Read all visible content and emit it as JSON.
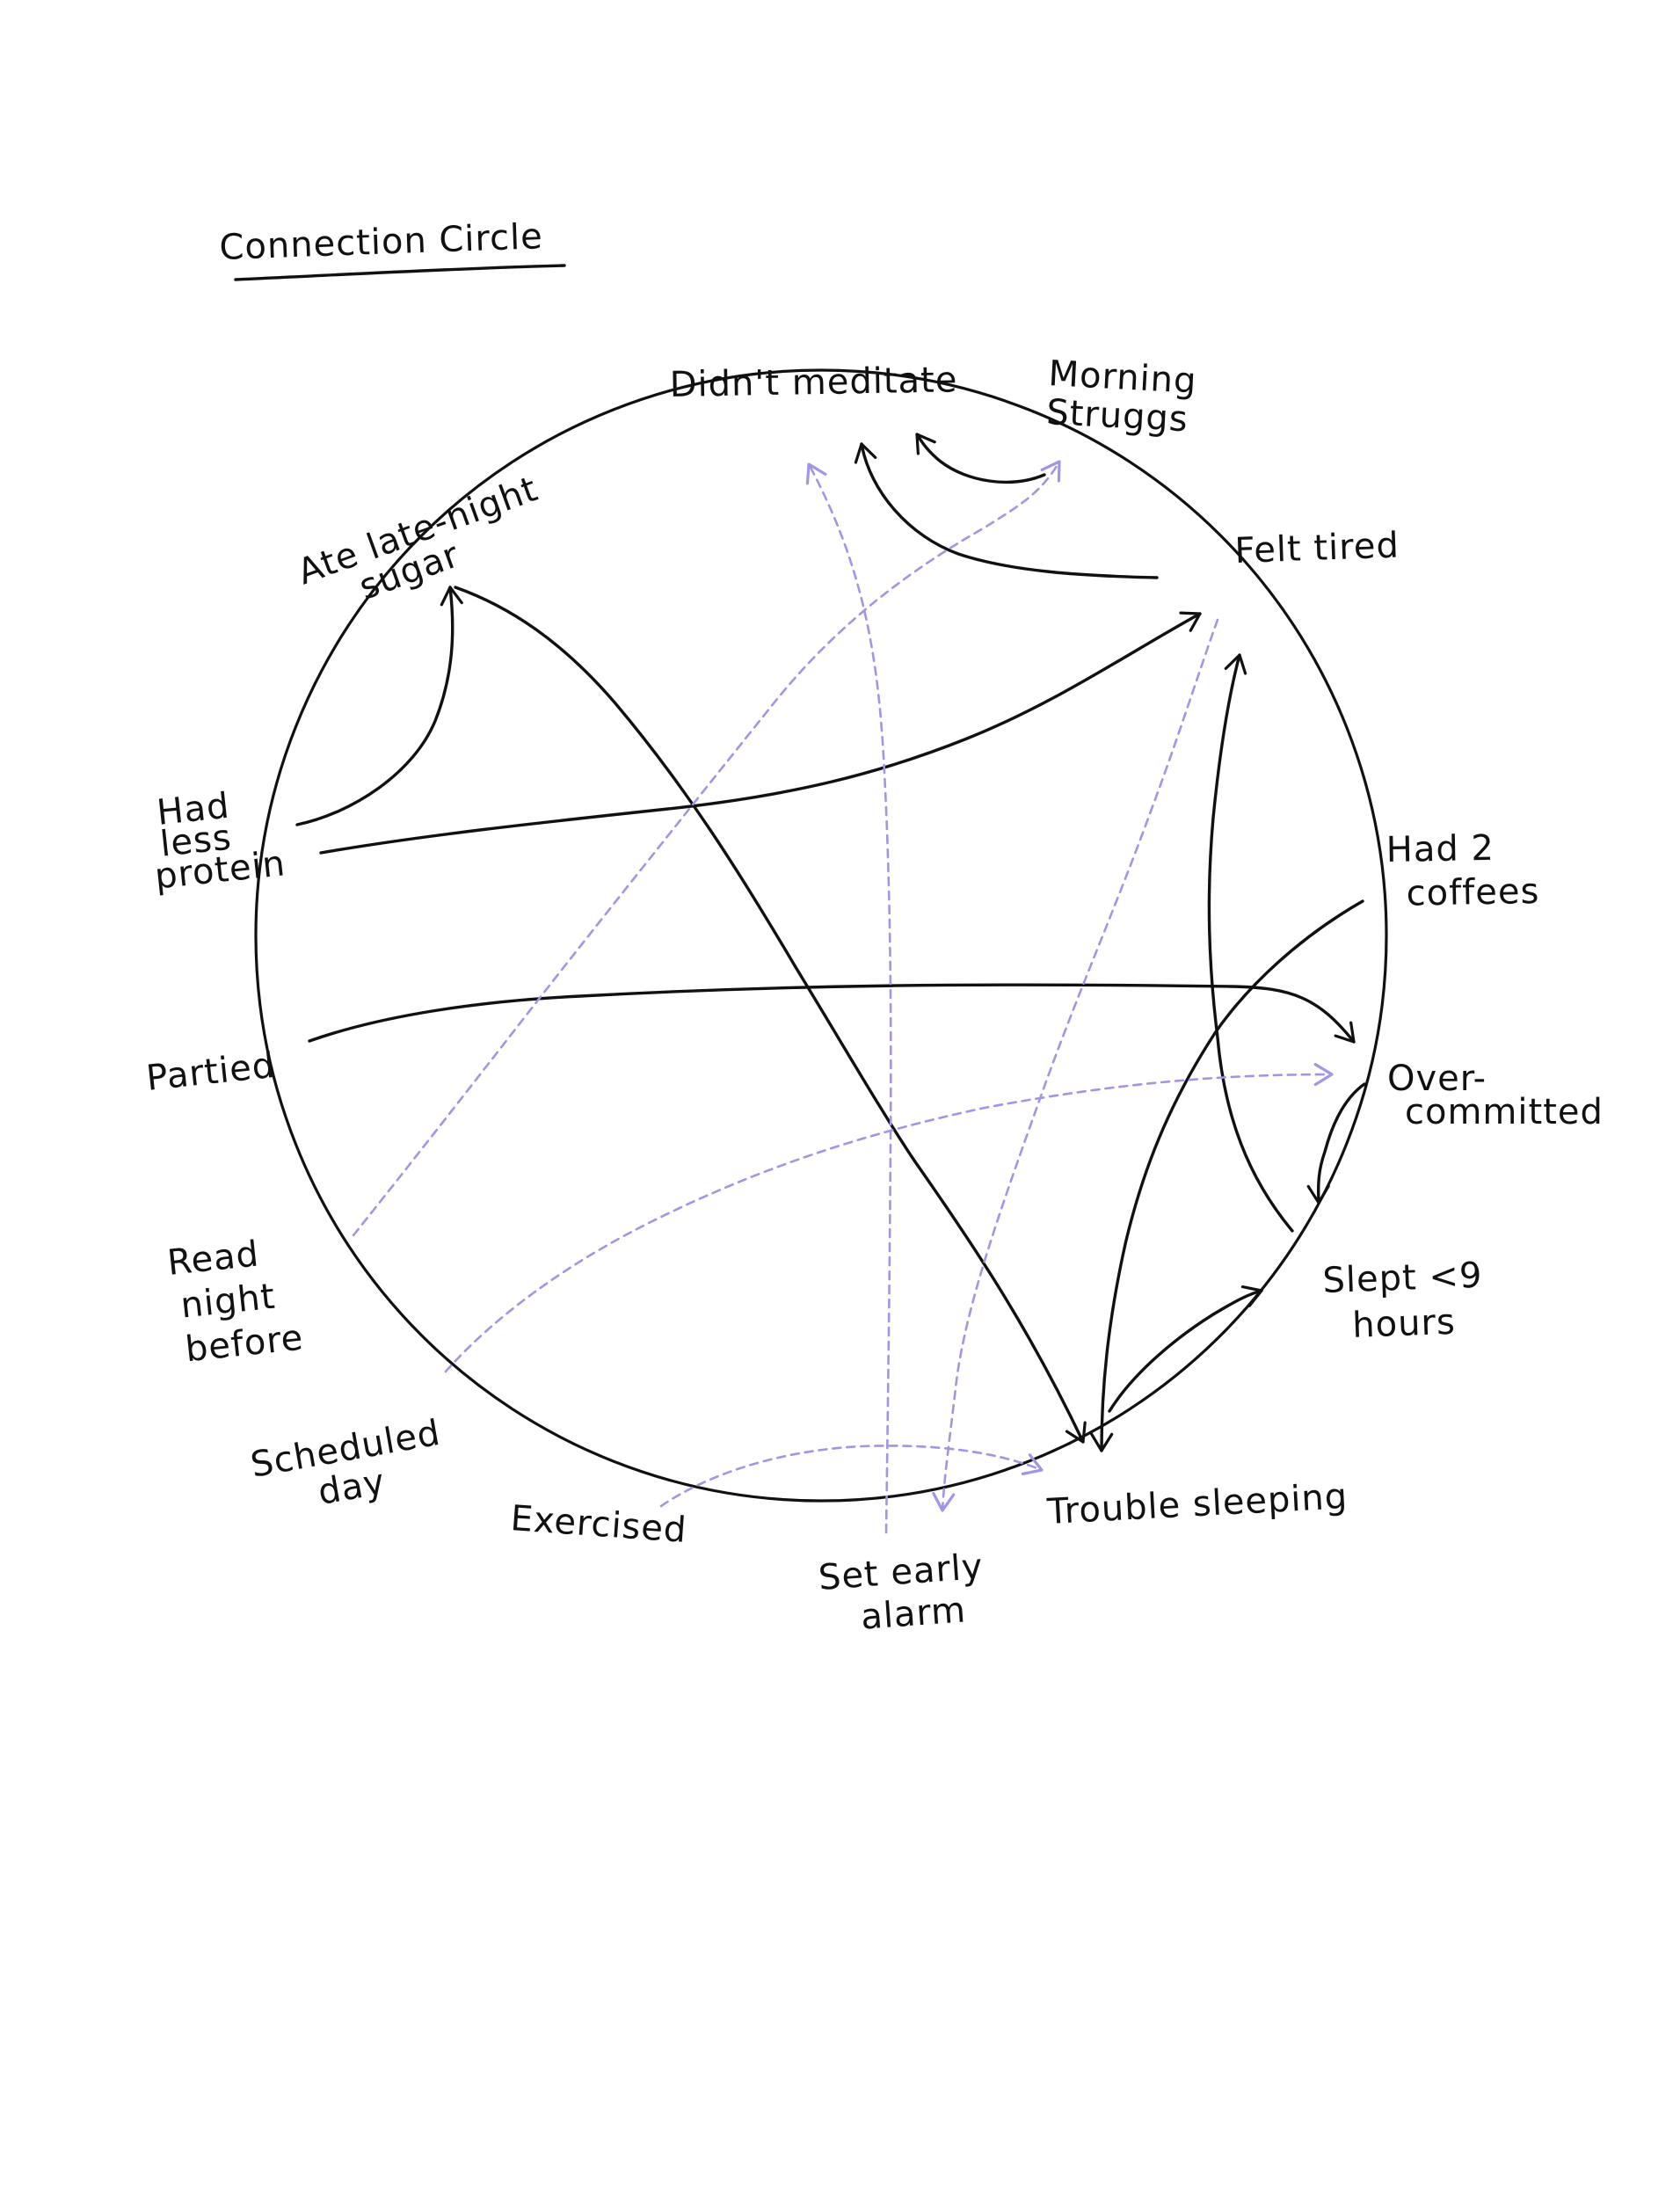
{
  "title": "Connection Circle",
  "colors": {
    "ink": "#111111",
    "dashed_link": "#9f96e6",
    "background": "#ffffff"
  },
  "nodes": [
    {
      "id": "didnt-meditate",
      "label_lines": [
        "Didn't meditate"
      ]
    },
    {
      "id": "morning-struggs",
      "label_lines": [
        "Morning",
        "Struggs"
      ]
    },
    {
      "id": "felt-tired",
      "label_lines": [
        "Felt tired"
      ]
    },
    {
      "id": "had-2-coffees",
      "label_lines": [
        "Had 2",
        "coffees"
      ]
    },
    {
      "id": "overcommitted",
      "label_lines": [
        "Over-",
        "committed"
      ]
    },
    {
      "id": "slept-lt-9",
      "label_lines": [
        "Slept <9",
        "hours"
      ]
    },
    {
      "id": "trouble-sleeping",
      "label_lines": [
        "Trouble sleeping"
      ]
    },
    {
      "id": "set-early-alarm",
      "label_lines": [
        "Set early",
        "alarm"
      ]
    },
    {
      "id": "exercised",
      "label_lines": [
        "Exercised"
      ]
    },
    {
      "id": "scheduled-day",
      "label_lines": [
        "Scheduled",
        "day"
      ]
    },
    {
      "id": "read-night-before",
      "label_lines": [
        "Read",
        "night",
        "before"
      ]
    },
    {
      "id": "partied",
      "label_lines": [
        "Partied"
      ]
    },
    {
      "id": "had-less-protein",
      "label_lines": [
        "Had",
        "less",
        "protein"
      ]
    },
    {
      "id": "ate-late-night-sugar",
      "label_lines": [
        "Ate late-night",
        "sugar"
      ]
    }
  ],
  "links": [
    {
      "from": "had-less-protein",
      "to": "ate-late-night-sugar",
      "style": "solid"
    },
    {
      "from": "had-less-protein",
      "to": "felt-tired",
      "style": "solid"
    },
    {
      "from": "ate-late-night-sugar",
      "to": "trouble-sleeping",
      "style": "solid"
    },
    {
      "from": "felt-tired",
      "to": "didnt-meditate",
      "style": "solid"
    },
    {
      "from": "morning-struggs",
      "to": "didnt-meditate",
      "style": "solid"
    },
    {
      "from": "partied",
      "to": "overcommitted",
      "style": "solid"
    },
    {
      "from": "overcommitted",
      "to": "slept-lt-9",
      "style": "solid"
    },
    {
      "from": "slept-lt-9",
      "to": "felt-tired",
      "style": "solid"
    },
    {
      "from": "had-2-coffees",
      "to": "trouble-sleeping",
      "style": "solid"
    },
    {
      "from": "trouble-sleeping",
      "to": "slept-lt-9",
      "style": "solid"
    },
    {
      "from": "set-early-alarm",
      "to": "didnt-meditate",
      "style": "dashed"
    },
    {
      "from": "read-night-before",
      "to": "morning-struggs",
      "style": "dashed"
    },
    {
      "from": "felt-tired",
      "to": "trouble-sleeping",
      "style": "dashed"
    },
    {
      "from": "scheduled-day",
      "to": "overcommitted",
      "style": "dashed"
    },
    {
      "from": "exercised",
      "to": "trouble-sleeping",
      "style": "dashed"
    }
  ]
}
